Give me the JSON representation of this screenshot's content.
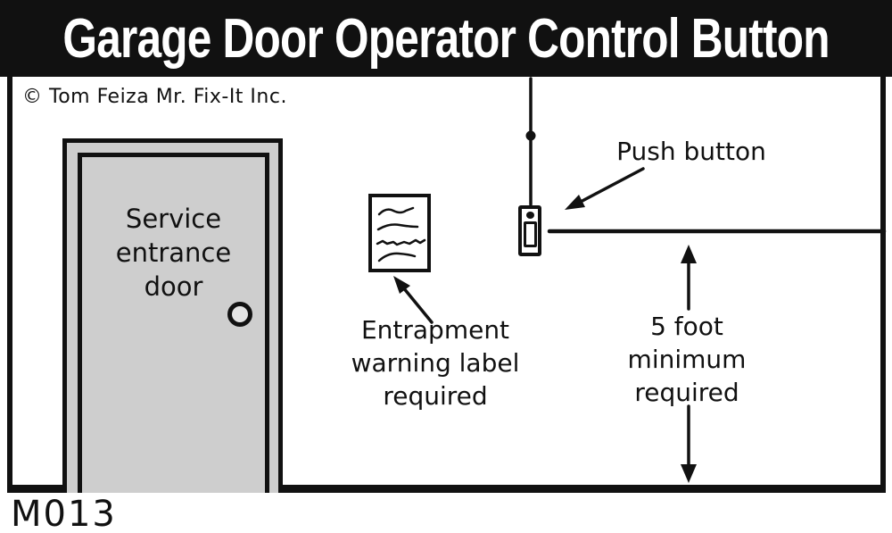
{
  "header": {
    "title": "Garage Door Operator Control Button"
  },
  "copyright": "© Tom Feiza Mr. Fix-It Inc.",
  "diagram": {
    "door": {
      "label": "Service\nentrance\ndoor"
    },
    "warning_label": {
      "caption": "Entrapment\nwarning label\nrequired"
    },
    "push_button": {
      "caption": "Push button"
    },
    "clearance": {
      "caption": "5 foot\nminimum\nrequired"
    }
  },
  "footer": {
    "code": "M013"
  },
  "colors": {
    "ink": "#111111",
    "door_gray": "#cecece",
    "knob_gray": "#e4e4e4",
    "paper": "#ffffff"
  }
}
